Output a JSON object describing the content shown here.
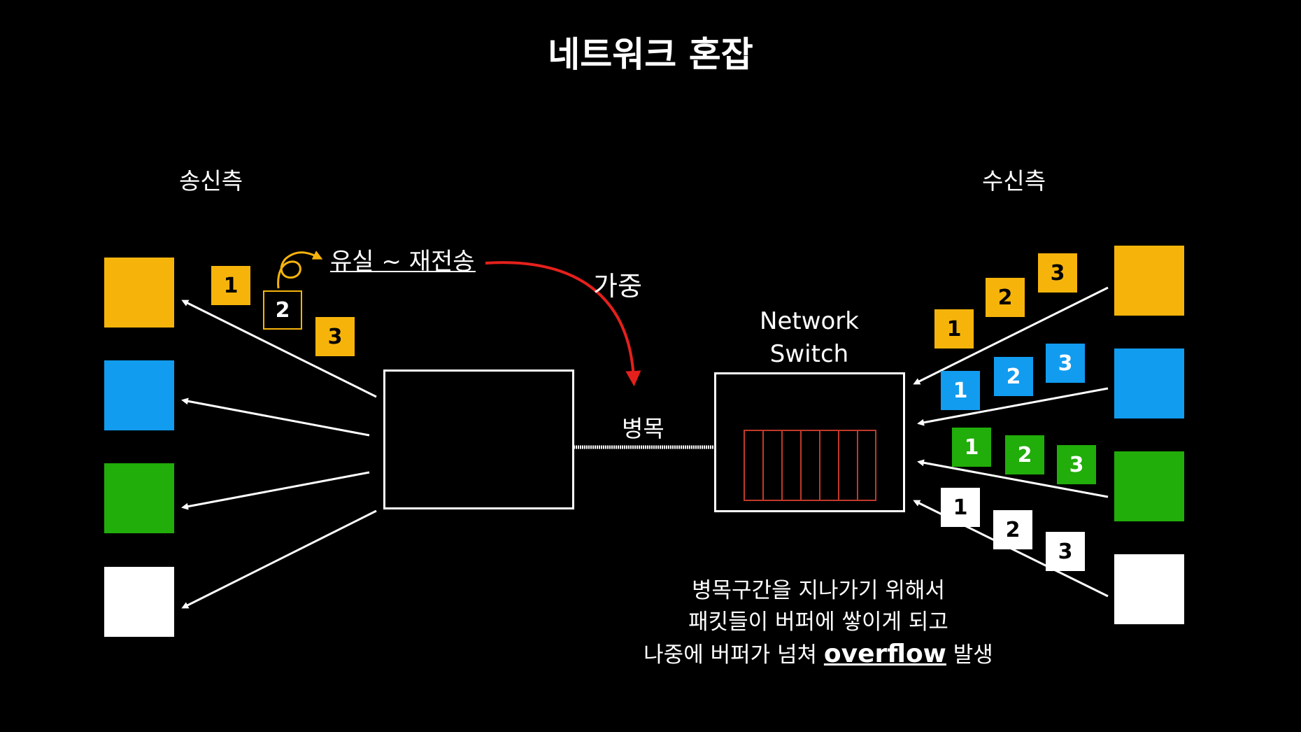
{
  "title": "네트워크 혼잡",
  "sender_label": "송신측",
  "receiver_label": "수신측",
  "loss_label": "유실 ~ 재전송",
  "load_label": "가중",
  "bottleneck_label": "병목",
  "switch_label": [
    "Network",
    "Switch"
  ],
  "note": {
    "line1": "병목구간을 지나가기 위해서",
    "line2": "패킷들이 버퍼에 쌓이게 되고",
    "line3_pre": "나중에 버퍼가 넘쳐 ",
    "line3_em": "overflow",
    "line3_post": " 발생"
  },
  "sender_packets": [
    "1",
    "2",
    "3"
  ],
  "receiver_packets": {
    "yellow": [
      "1",
      "2",
      "3"
    ],
    "blue": [
      "1",
      "2",
      "3"
    ],
    "green": [
      "1",
      "2",
      "3"
    ],
    "white": [
      "1",
      "2",
      "3"
    ]
  },
  "colors": {
    "yellow": "#f6b40b",
    "blue": "#119cf0",
    "green": "#21ad0a",
    "white": "#ffffff",
    "red_arrow": "#e5201c",
    "buffer": "#c0392b"
  }
}
